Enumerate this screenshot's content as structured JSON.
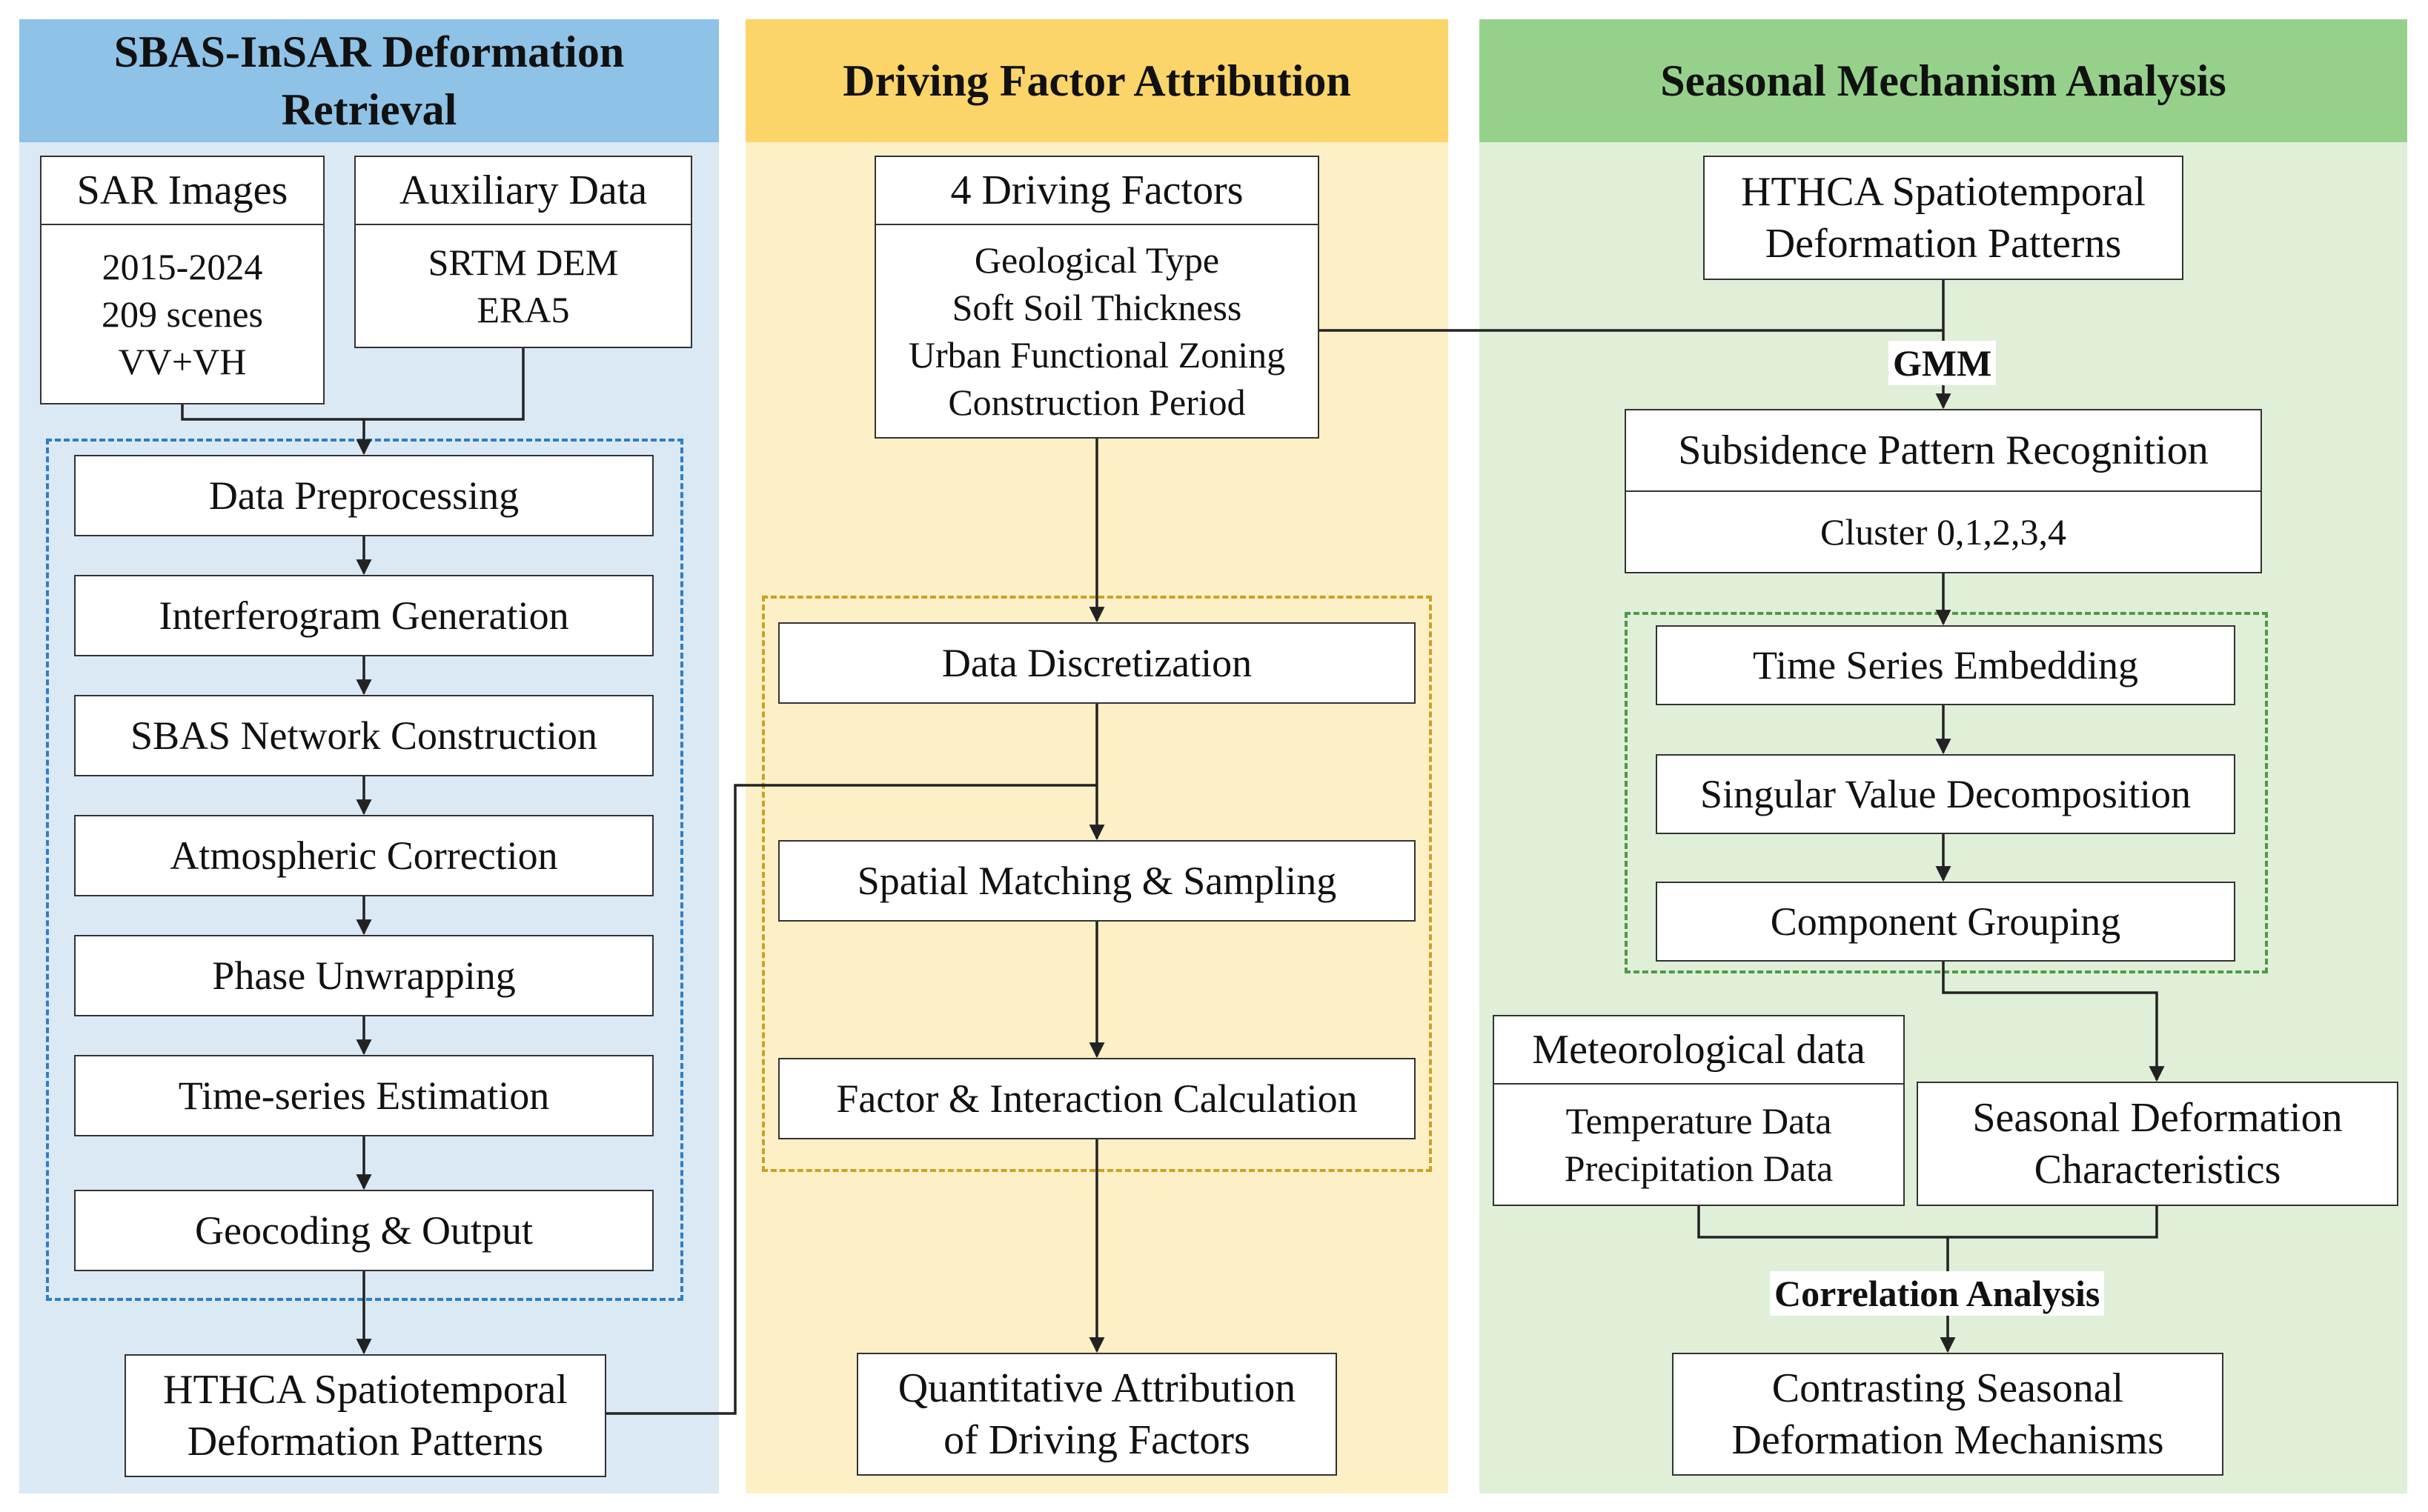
{
  "columns": {
    "left": {
      "title": "SBAS-InSAR Deformation Retrieval",
      "title_lines": [
        "SBAS-InSAR Deformation",
        "Retrieval"
      ],
      "bg_color": "#dbe9f5",
      "header_color": "#8ec2e6",
      "dash_color": "#2f7fc1"
    },
    "middle": {
      "title": "Driving Factor Attribution",
      "bg_color": "#fdefc6",
      "header_color": "#fbd46a",
      "dash_color": "#c9a227"
    },
    "right": {
      "title": "Seasonal Mechanism Analysis",
      "bg_color": "#e0efd8",
      "header_color": "#96d18c",
      "dash_color": "#4d9a4a"
    }
  },
  "left": {
    "sar": {
      "title": "SAR Images",
      "lines": [
        "2015-2024",
        "209 scenes",
        "VV+VH"
      ]
    },
    "aux": {
      "title": "Auxiliary Data",
      "lines": [
        "SRTM DEM",
        "ERA5"
      ]
    },
    "steps": [
      "Data Preprocessing",
      "Interferogram Generation",
      "SBAS Network Construction",
      "Atmospheric Correction",
      "Phase Unwrapping",
      "Time-series Estimation",
      "Geocoding & Output"
    ],
    "output_lines": [
      "HTHCA Spatiotemporal",
      "Deformation Patterns"
    ]
  },
  "middle": {
    "factors": {
      "title": "4 Driving Factors",
      "lines": [
        "Geological Type",
        "Soft Soil Thickness",
        "Urban Functional Zoning",
        "Construction Period"
      ]
    },
    "steps": [
      "Data Discretization",
      "Spatial Matching & Sampling",
      "Factor & Interaction Calculation"
    ],
    "output_lines": [
      "Quantitative Attribution",
      "of Driving Factors"
    ]
  },
  "right": {
    "input_lines": [
      "HTHCA Spatiotemporal",
      "Deformation Patterns"
    ],
    "gmm_label": "GMM",
    "pattern": {
      "title": "Subsidence Pattern Recognition",
      "body": "Cluster 0,1,2,3,4"
    },
    "ssa_steps": [
      "Time Series Embedding",
      "Singular Value Decomposition",
      "Component Grouping"
    ],
    "met": {
      "title": "Meteorological data",
      "lines": [
        "Temperature Data",
        "Precipitation Data"
      ]
    },
    "seasonal_lines": [
      "Seasonal Deformation",
      "Characteristics"
    ],
    "corr_label": "Correlation Analysis",
    "output_lines": [
      "Contrasting Seasonal",
      "Deformation Mechanisms"
    ]
  }
}
